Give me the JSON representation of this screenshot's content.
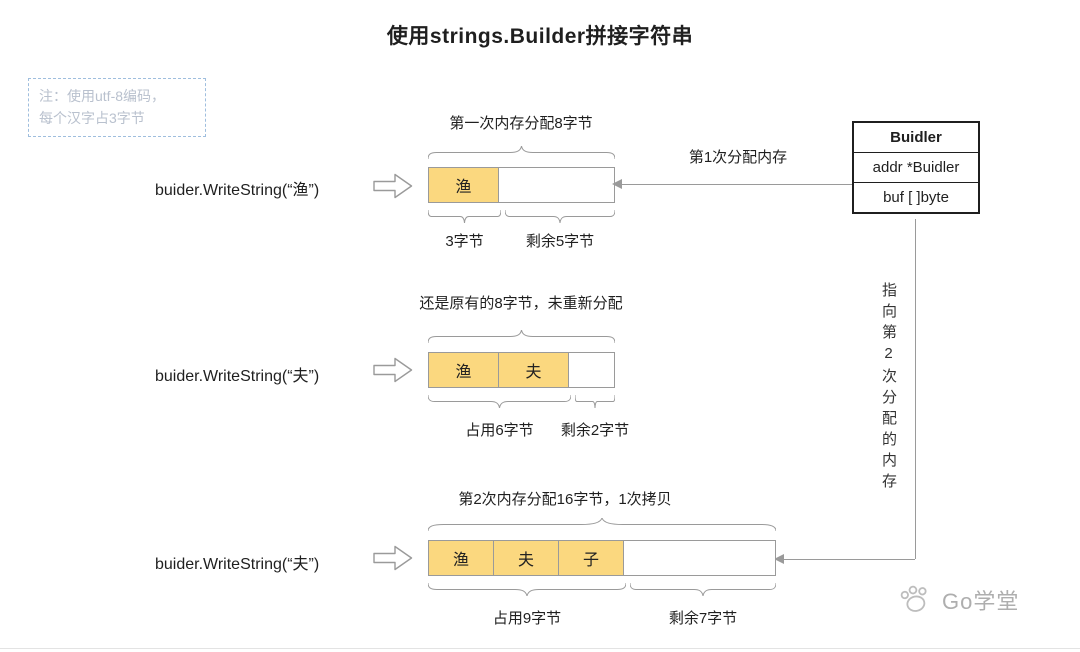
{
  "title": "使用strings.Builder拼接字符串",
  "note": {
    "line1": "注：使用utf-8编码，",
    "line2": "每个汉字占3字节"
  },
  "rows": [
    {
      "label": "buider.WriteString(“渔”)",
      "top_caption": "第一次内存分配8字节",
      "cells": [
        "渔"
      ],
      "used_label": "3字节",
      "free_label": "剩余5字节"
    },
    {
      "label": "buider.WriteString(“夫”)",
      "top_caption": "还是原有的8字节，未重新分配",
      "cells": [
        "渔",
        "夫"
      ],
      "used_label": "占用6字节",
      "free_label": "剩余2字节"
    },
    {
      "label": "buider.WriteString(“夫”)",
      "top_caption": "第2次内存分配16字节，1次拷贝",
      "cells": [
        "渔",
        "夫",
        "子"
      ],
      "used_label": "占用9字节",
      "free_label": "剩余7字节"
    }
  ],
  "struct_box": {
    "title": "Buidler",
    "fields": [
      "addr *Buidler",
      "buf [ ]byte"
    ]
  },
  "annotations": {
    "first_alloc": "第1次分配内存",
    "pointer_vertical": "指向第2次分配的内存"
  },
  "watermark": {
    "text": "Go学堂"
  },
  "icons": {
    "flow_arrow": "arrow-right-outline",
    "paw": "paw-print"
  },
  "colors": {
    "cell_fill": "#fbd87f",
    "line": "#9a9a9a",
    "note_border": "#9fbede",
    "note_text": "#b9c1ce",
    "watermark": "#aeaeae"
  }
}
